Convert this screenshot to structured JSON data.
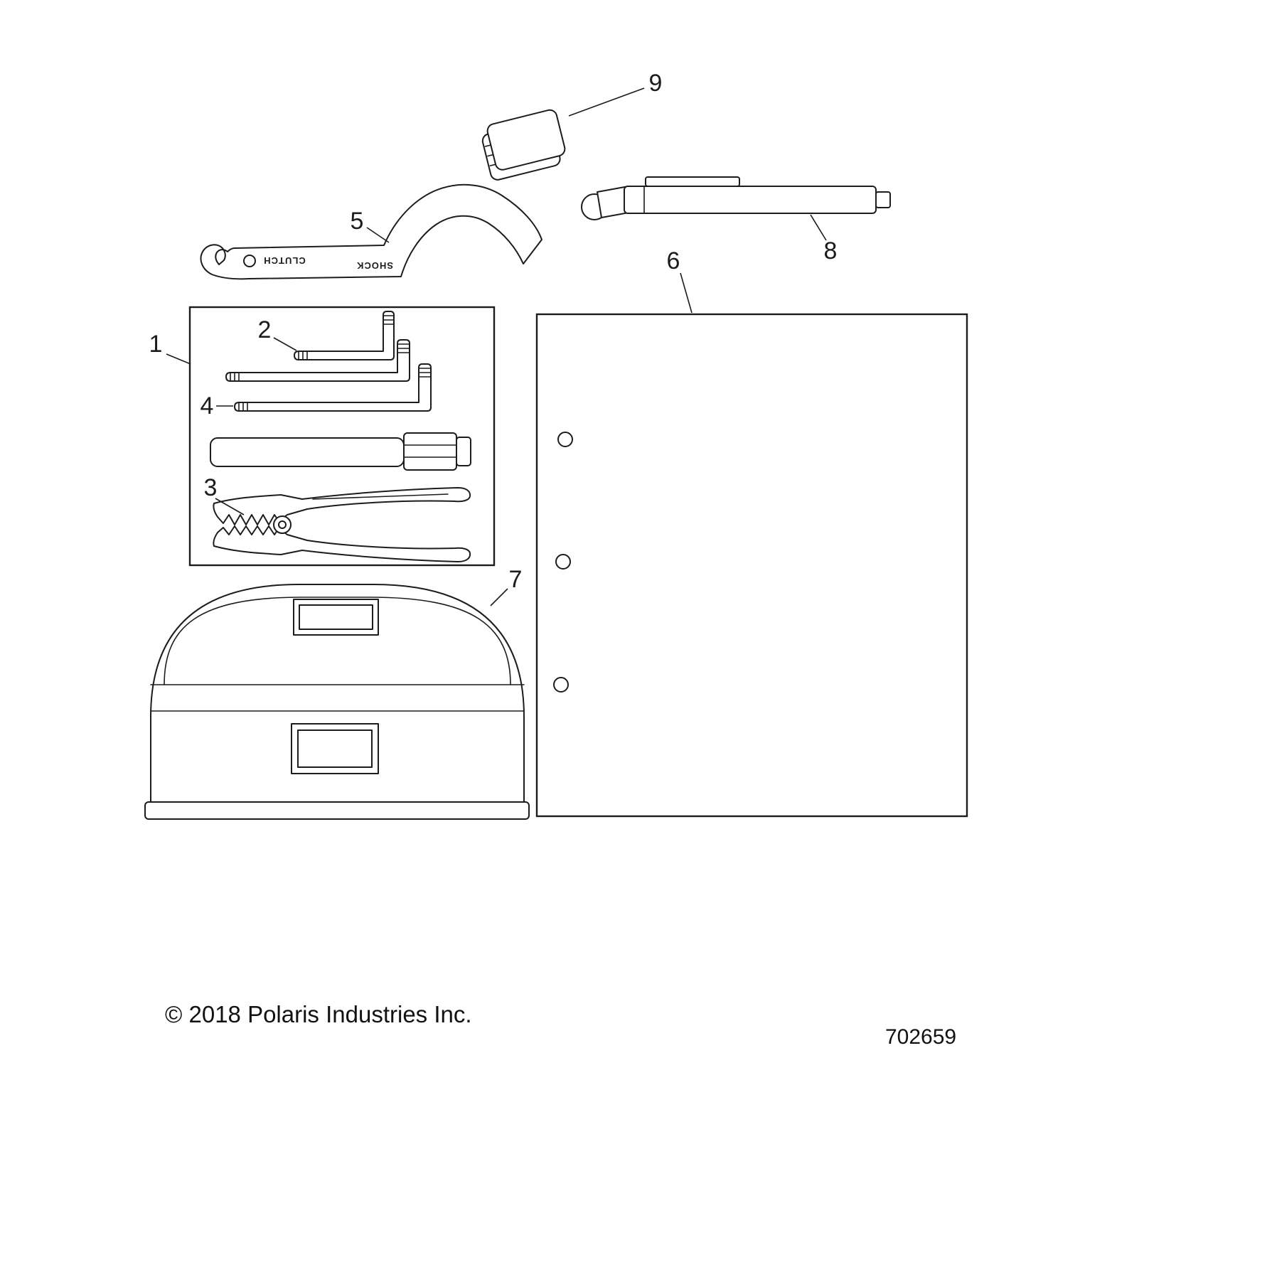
{
  "page": {
    "background_color": "#ffffff",
    "line_color": "#1c1c1c"
  },
  "footer": {
    "copyright": "© 2018 Polaris Industries Inc.",
    "part_number": "702659"
  },
  "callouts": {
    "c1": "1",
    "c2": "2",
    "c3": "3",
    "c4": "4",
    "c5": "5",
    "c6": "6",
    "c7": "7",
    "c8": "8",
    "c9": "9"
  },
  "tool_text": {
    "clutch": "CLUTCH",
    "shock": "SHOCK"
  }
}
